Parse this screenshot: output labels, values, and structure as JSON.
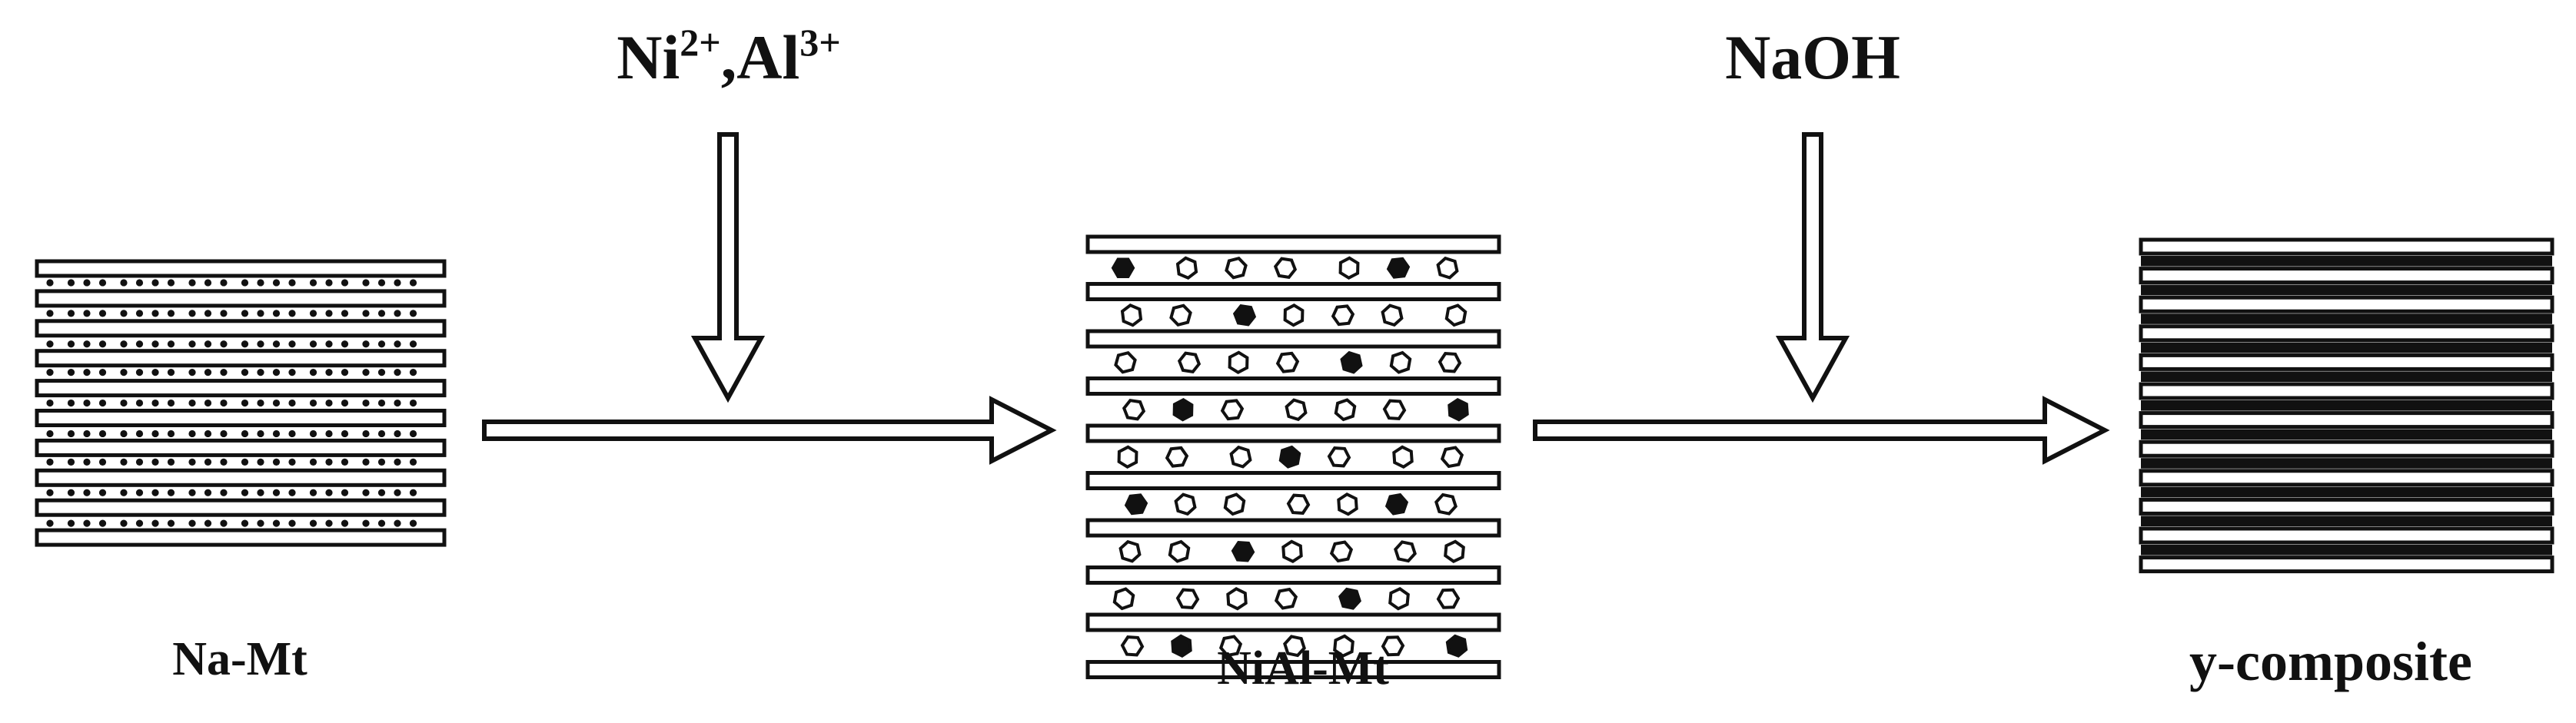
{
  "labels": {
    "reagent_1": {
      "base_1": "Ni",
      "sup_1": "2+",
      "sep": ",",
      "base_2": "Al",
      "sup_2": "3+"
    },
    "reagent_2": "NaOH",
    "stage_1": "Na-Mt",
    "stage_2": "NiAl-Mt",
    "stage_3": "y-composite"
  },
  "colors": {
    "ink": "#111111",
    "background": "#ffffff"
  },
  "icons": {
    "arrow_down": "down-arrow-icon",
    "arrow_right": "right-arrow-icon"
  }
}
